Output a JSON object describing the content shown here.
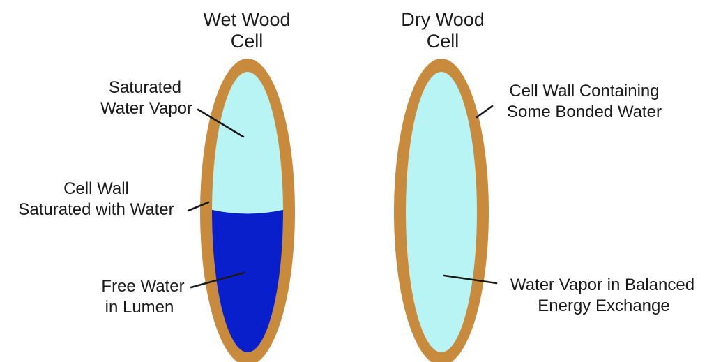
{
  "diagram": {
    "colors": {
      "cell_wall": "#c88a3c",
      "vapor": "#b8f4f4",
      "free_water": "#0a1fcc",
      "text": "#1a1a1a"
    },
    "wet_cell": {
      "title_line1": "Wet Wood",
      "title_line2": "Cell",
      "labels": {
        "vapor_line1": "Saturated",
        "vapor_line2": "Water Vapor",
        "wall_line1": "Cell Wall",
        "wall_line2": "Saturated with Water",
        "water_line1": "Free Water",
        "water_line2": "in Lumen"
      }
    },
    "dry_cell": {
      "title_line1": "Dry Wood",
      "title_line2": "Cell",
      "labels": {
        "wall_line1": "Cell Wall Containing",
        "wall_line2": "Some Bonded Water",
        "vapor_line1": "Water Vapor in Balanced",
        "vapor_line2": "Energy Exchange"
      }
    }
  }
}
